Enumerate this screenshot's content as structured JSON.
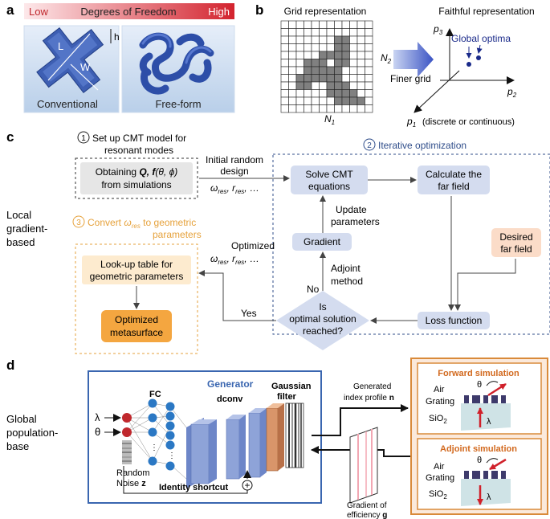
{
  "panel_a": {
    "label": "a",
    "bar_low": "Low",
    "bar_title": "Degrees of Freedom",
    "bar_high": "High",
    "dim_L": "L",
    "dim_W": "W",
    "dim_h": "h",
    "caption_left": "Conventional",
    "caption_right": "Free-form",
    "colors": {
      "bar_start": "#fbe3e6",
      "bar_end": "#d3232e",
      "shape": "#3857a8",
      "base": "#cfe0f3"
    }
  },
  "panel_b": {
    "label": "b",
    "grid_title": "Grid representation",
    "n1": "N",
    "n1_sub": "1",
    "n2": "N",
    "n2_sub": "2",
    "arrow_label": "Finer grid",
    "faithful_title": "Faithful representation",
    "p1": "p",
    "p1_sub": "1",
    "p1_note": "(discrete or continuous)",
    "p2": "p",
    "p2_sub": "2",
    "p3": "p",
    "p3_sub": "3",
    "optima_label": "Global optima",
    "grid_rows": [
      "000000000000",
      "000000000000",
      "000000011000",
      "000000011000",
      "000001111000",
      "000111011000",
      "000111110000",
      "001111110000",
      "001100111000",
      "000000111100",
      "000000011110",
      "000000000000"
    ]
  },
  "panel_c": {
    "label": "c",
    "side_label_1": "Local",
    "side_label_2": "gradient-",
    "side_label_3": "based",
    "step1_num": "1",
    "step1_line1": "Set up CMT model for",
    "step1_line2": "resonant modes",
    "obtain_line1_a": "Obtaining ",
    "obtain_line1_b": "Q, f",
    "obtain_line1_c": "(θ, ϕ)",
    "obtain_line2": "from simulations",
    "initial_line1": "Initial random",
    "initial_line2": "design",
    "omega_initial": "ω",
    "omega_sub": "res",
    "r_sym": "r",
    "ellipsis": "…",
    "step2_num": "2",
    "step2_title": "Iterative optimization",
    "solve_line1": "Solve CMT",
    "solve_line2": "equations",
    "far_line1": "Calculate the",
    "far_line2": "far field",
    "update_line1": "Update",
    "update_line2": "parameters",
    "gradient": "Gradient",
    "desired_line1": "Desired",
    "desired_line2": "far field",
    "adjoint_line1": "Adjoint",
    "adjoint_line2": "method",
    "no": "No",
    "yes": "Yes",
    "is_line1": "Is",
    "is_line2": "optimal solution",
    "is_line3": "reached?",
    "loss": "Loss function",
    "step3_num": "3",
    "step3_a": "Convert ",
    "step3_b": " to geometric",
    "step3_line2": "parameters",
    "optimized": "Optimized",
    "lookup_line1": "Look-up table for",
    "lookup_line2": "geometric parameters",
    "meta_line1": "Optimized",
    "meta_line2": "metasurface",
    "colors": {
      "blue_box": "#d4dcef",
      "gray_box": "#e6e6e6",
      "peach": "#fbdcc8",
      "cream": "#fdebcf",
      "orange": "#f4a640",
      "dash_blue": "#2f4d8a",
      "dash_orange": "#e6a23c"
    }
  },
  "panel_d": {
    "label": "d",
    "side_label_1": "Global",
    "side_label_2": "population-",
    "side_label_3": "base",
    "generator": "Generator",
    "lambda": "λ",
    "theta": "θ",
    "fc": "FC",
    "dconv": "dconv",
    "gaussian_1": "Gaussian",
    "gaussian_2": "filter",
    "random_1": "Random",
    "random_2": "Noise ",
    "random_z": "z",
    "identity": "Identity shortcut",
    "plus": "+",
    "generated_1": "Generated",
    "generated_2": "index profile ",
    "generated_n": "n",
    "gradient_1": "Gradient of",
    "gradient_2": "efficiency ",
    "gradient_g": "g",
    "forward_title": "Forward simulation",
    "adjoint_title": "Adjoint simulation",
    "air": "Air",
    "grating": "Grating",
    "sio2": "SiO",
    "sio2_sub": "2",
    "theta_sim": "θ",
    "lambda_sim": "λ",
    "colors": {
      "frame_blue": "#3a66b0",
      "frame_orange": "#d98a3a",
      "node_red": "#c0282d",
      "node_blue": "#2b78c4",
      "block": "#8ea3d8",
      "filter": "#d9956a"
    }
  }
}
